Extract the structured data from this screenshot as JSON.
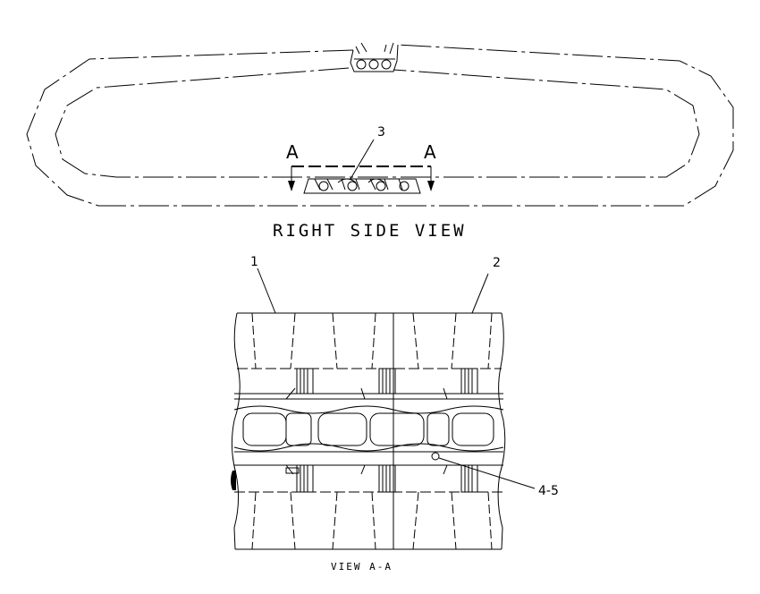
{
  "labels": {
    "section_left": "A",
    "section_right": "A",
    "callout_3": "3",
    "callout_1": "1",
    "callout_2": "2",
    "callout_4_5": "4-5",
    "right_side_view": "RIGHT SIDE VIEW",
    "view_a_a": "VIEW A-A"
  }
}
